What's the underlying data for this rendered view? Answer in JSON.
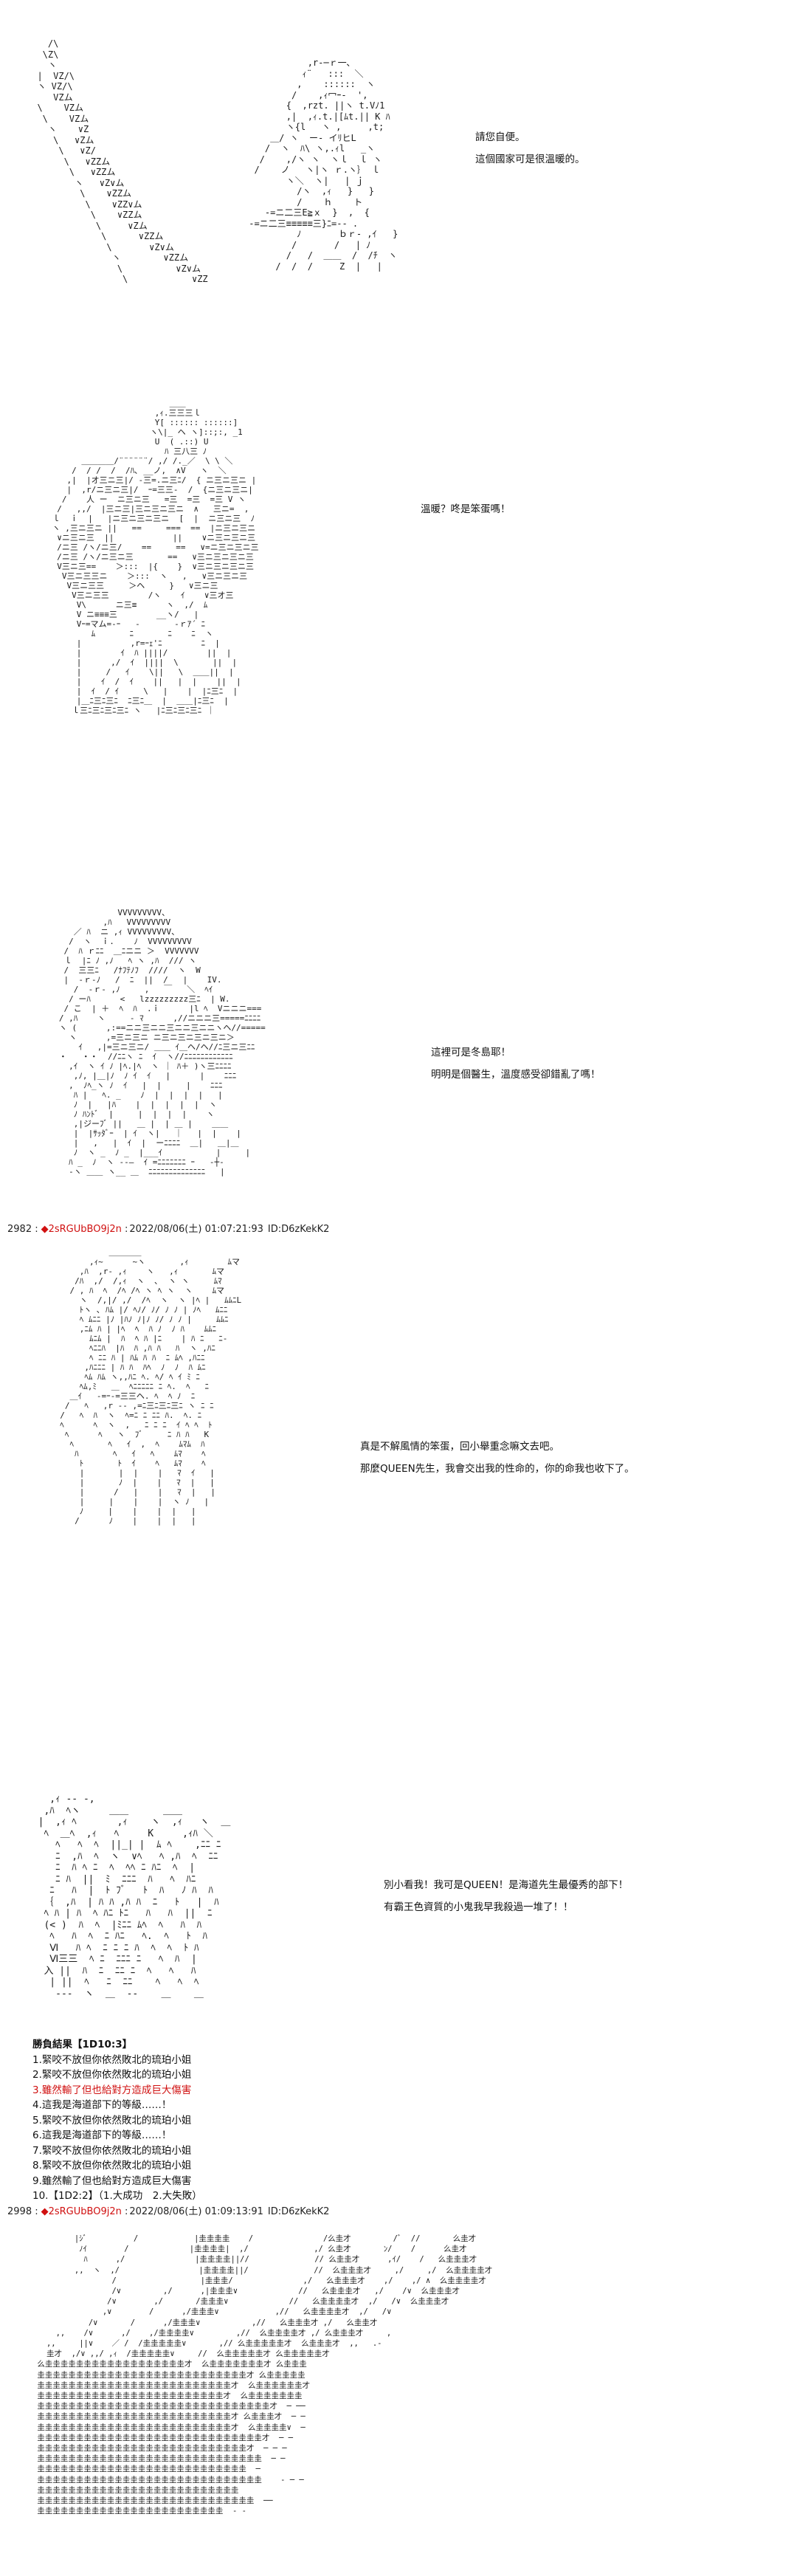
{
  "page": {
    "background": "#ffffff",
    "accent": "#d01010"
  },
  "scene1": {
    "art": "    /\\\n   \\Z\\\n    ヽ\n  |  VZ/\\\n  ヽ VZ/\\\n     VZム\n  \\    VZム\n   \\    VZム\n    ヽ    ∨Z\n     \\   ∨Zム\n      \\   ∨Z/\n       \\   ∨ZZム\n        \\   ∨ZZム\n         ヽ   ∨Z∨ム\n          \\    ∨ZZム\n           \\    ∨ZZ∨ム\n            \\    ∨ZZム\n             \\     ∨Zム\n              \\      ∨ZZム\n               \\       ∨Z∨ム\n                ヽ        ∨ZZム\n                 \\          ∨Z∨ム\n                  \\            ∨ZZ",
    "figure": "            ,r‐─ｒ一､\n           ｨ¨   :::  ＼\n          ,    ::::::  ヽ\n         /    ,ｨ冖ｰ-  ',\n        {  ,rzt. ||ヽ t.Vﾉ1\n        ,|  ,ｨ.t.|[ﾑt.|| K ﾊ\n        ヽ{l   ヽ ,     ,t;\n     ＿/ ヽ  ー- イﾘヒL\n    /  ヽ  ﾊ\\ ヽ,.ｨl   _ヽ\n   /    ,/ヽ ヽ  ヽｌ  ｌ ヽ\n  /    ノ   ヽ|ヽ ｒ.ヽ｝ ｌ\n        ヽ＼  ヽ|   | ｊ\n          /ヽ  ,ｨ   }   }\n          /    ｈ    ト\n    ‐=ニ二三E≧ｘ  }  ,  {\n ‐=ニ二三≡≡≡≡≡三}ﾆ=‐- .\n          ﾉ       ｂｒ- ,ｲ   }\n         /       /   | ﾉ\n        /   /  ＿＿  /  /ﾁ  ヽ\n      /  /  /     Z  |   |",
    "dialogue": [
      "請您自便。",
      "這個國家可是很溫暖的。"
    ]
  },
  "scene2": {
    "art": "                         ＿＿\n                      ,ｨ.三三三ｌ\n                      Y[ :::::: ::::::]\n                     ヽ\\|_ ヘ ヽ]::;:, _1\n                      U  ( .::) U\n                        ﾊ 三八三 ﾉ\n       ＿＿＿＿/¨¨¨¨¨¨/ ,/ /._／  \\ \\ ＼\n     /  / /  /  /ﾊ､ __ノ,  ∧V   ヽ  ＼\n    ,|  |オ三ニ三|/ ‐三=.ニ三ﾆ/  { ニ三ニ三ニ |\n    |  ,r/ニ三ニ三|/  ｰ=三三-  /  {ニ三ニ三ニ|\n   /    人 ー  ニ三ニ三   =三  =三  =三 V ヽ\n  /   ,,/  |三ニ三|三ニ三ニ三ニ  ∧   三ニ=  ,\n ｌ  ｉ  |   |ニ三ニ三ニ三ニ  [  |  ニ三ニ三  ﾉ\n ヽ ,三ニ三ニ ||   ==     ===  ==  |ニ三ニ三ニ\n  ∨ニ三ニ三  ||            ||    ∨ニ三ニ三ニ三\n  /ニ三 /ヽ/ニ三/    ==     ==   ∨=ニ三ニ三ニ三\n  /ニ三 /ヽ/ニ三ニ三       ==   ∨三ニ三ニ三ニ三\n  V三ニ三==    ＞:::  |{    }  ∨三ニ三ニ三ニ三\n   V三ニ三三ニ    ＞:::  ヽ   ,   ∨三ニ三ニ三\n    V三ニ三三     ＞ヘ     }   ∨三ニ三\n     V三ニ三三        /ヽ    ｲ    ∨三オ三\n      V\\      ニ三≡      ヽ  ,/  ﾑ\n      V ニ≡≡≡三        __ヽ/   |\n      Vｰ=マム=-ｰ   -       ‐ｒｱ´ ﾆ\n         ﾑ       ﾆ       ﾆ    ﾆ  ヽ\n      |          ,r=ｰｪ'ﾆ        ﾆ  |\n      |        ｲ  ﾊ ||||/        ||  |\n      |      ,/  ｲ  ||||  \\       ||  |\n      |     /   ｲ    \\||   \\  ＿＿||  |\n      |    ｲ  /  ｲ    ||   |  |    ||  |\n      |  ｲ  / ｲ     \\   |    |  |ﾆ三ﾆ  |\n      |＿ﾆ三ﾆ三ﾆ  ﾆ三ﾆ＿  |  ＿＿|ﾆ三ﾆ  |\n     ｌ三ﾆ三ﾆ三ﾆ三ﾆ ヽ   |ﾆ三ﾆ三ﾆ三ﾆ ｜",
    "dialogue": [
      "溫暖？咚是笨蛋嗎！"
    ]
  },
  "scene3": {
    "art": "               VVVVVVVVV、\n            ,ﾊ   VVVVVVVVV\n      ／ ﾊ  ニ ,ｨ VVVVVVVVV、\n     /  ヽ  ｉ.    ﾉ  VVVVVVVVV\n    /  ﾊ ｒﾆﾆ  ＿ﾆニニ ＞  VVVVVVV\n    ｌ  |ﾆ ﾉ ,ﾉ   ﾍ ヽ ,ﾊ  /// ヽ\n    /  三三ﾆ   /ﾅﾌﾃﾉﾌ  ////  ヽ  W\n    |  -ｒ-ﾉ   /  ﾆ  ||  /   |    IV.\n      /  ‐ｒ- ,ﾉ     ,   ￣   ＼  ﾍｲ\n     / ーﾊ      <   lzzzzzzzzz三ﾆ  | W.\n    / こ  | ＋  ﾍ  ﾊ  .ｉ      |l ﾍ  Vニニニ===\n   / ,ﾊ    ヽ     ‐ ﾏ      ,//ニニニ三=====ﾆﾆﾆﾆ\n   ヽ (      ,:==ニニ三ニニ三ニニ三ニニヽヘ//=====\n     ヽ      ,=三ニ三ニ ニ三ニ三ニ三ニ三ニ＞\n       ｲ   ,|=三ニ三ニ/ ＿＿ ｲ＿ヘ/ヘ//ﾆ三ニ三ﾆﾆ\n   ・   ・・  //ﾆﾆヽ ﾆ  ｲ  ヽ//ﾆﾆﾆﾆﾆﾆﾆﾆﾆﾆﾆﾆ\n     ,ｲ  ヽ ｲ ﾉ |ﾍ.|ﾍ  ヽ ｜ ﾊ＋ )ヽ三ﾆﾆﾆﾆ\n      ,ﾉ, |＿|ﾉ  ﾉ ｲ  ｲ   |      |    ﾆﾆﾆ\n     ,  ﾉﾍ_ヽ ﾉ  ｲ   |  |     |    ﾆﾆﾆ\n      ﾊ |   ﾍ. _    ﾉ  |  |  |  |   |\n      ﾉ  |   |ﾊ    |  |  |  |  |  ヽ\n      ﾉ ﾊﾝﾄﾞ  |     |  |  |  |    ヽ\n      ,|ジーﾌﾞ ||   ＿ |  | ＿ |    ＿＿\n      |  |ｻｯﾀﾞｰ  | ｲ  ヽ|   ｜   |  |    |\n      |   ,   |  ｲ  |  ーﾆﾆﾆﾆ  ＿|   ＿|＿\n      ﾉ  ヽ _  ﾉ _  |___ｲ           |     |\n     ﾊ _  ﾉ  ヽ ‐‐―  ｲ =ﾆﾆﾆﾆﾆﾆﾆ ｰ   ‐┼‐\n     ‐ヽ ＿＿ ヽ__ ＿  ﾆﾆﾆﾆﾆﾆﾆﾆﾆﾆﾆﾆﾆﾆ   |",
    "dialogue": [
      "這裡可是冬島耶！",
      "明明是個醫生，溫度感受卻錯亂了嗎！"
    ]
  },
  "post1": {
    "number": "2982",
    "diamond": "◆",
    "name": "2sRGUbBO9j2n",
    "date": "2022/08/06(土) 01:07:21:93",
    "uid": "ID:D6zKekK2"
  },
  "scene4": {
    "art": "            ＿＿＿＿\n        ,ｨ~      ~ヽ       ,ｨ        ﾑマ\n      ,ﾊ  ,r‐ ,ｨ    ヽ   ,ｨ       ﾑマ\n     /ﾊ  ,/  /,ｨ  ヽ  ､  ヽ ヽ     ﾑﾏ\n    / , ﾊ  ﾍ  /ﾍ /ﾍ ヽ ﾍ ヽ  ヽ    ﾑマ\n      ヽ  /,|/ ,/  /ﾍ  ヽ  ヽ |ﾍ |   ﾑﾑﾆL\n      ﾄヽ ､ ﾊﾑ |/ ﾍﾉ/ ﾉ/ ﾉ ﾉ | ﾉﾍ   ﾑﾆﾆ\n      ﾍ ﾑﾆﾆ |ﾉ |ﾊﾉ ﾉ|ﾉ ﾉ/ ﾉ ﾉ |     ﾑﾑﾆ\n      ,ﾆﾑ ﾊ | |ﾍ  ﾍ  ﾊ ﾉ  ﾉ ﾊ    ﾑﾑﾆ\n        ﾑﾆﾑ |  ﾊ  ﾍ ﾊ |ﾆ    | ﾊ ﾆ   ﾆ‐\n        ﾍﾆﾆﾊ  |ﾊ  ﾊ ,ﾊ ﾊ   ﾊ  ヽ ,ﾊﾆ\n        ﾍ ﾆﾆ ﾊ | ﾊﾑ ﾊ ﾊ  ﾆ ﾑﾍ ,ﾊﾆﾆ\n       ,ﾊﾆﾆﾆ | ﾊ ﾊ  ﾊﾍ  ﾉ  ﾉ  ﾊ ﾑﾆ\n       ﾍﾑ ﾊﾑ ヽ,,ﾊﾆ ﾍ. ﾍ/ ﾍ ｲ ﾐ ﾆ\n      ﾍﾑ,ﾐ   ＿  ﾍﾆﾆﾆﾆﾆ ﾆ ﾍ.  ﾍ   ﾆ\n    ＿ｲ   ‐=ｰ‐=三三ヘ. ﾍ  ﾍ ﾉ  ﾆ\n   /   ﾍ   ,r ‐‐ ,=ﾆ三ﾆ三ﾆ三ﾆ ヽ ﾆ ﾆ\n  /   ﾍ  ﾊ  ヽ  ﾍ=ﾆ ﾆ ﾆﾆ ﾊ.  ﾍ. ﾆ\n  ﾍ      ﾍ  ヽ  ,   ﾆ ﾆ ﾆ  ｲ ﾍ ﾍ  ﾄ\n   ﾍ      ﾍ   ヽ  ﾌﾞ     ﾆ ﾊ ﾊ   K\n    ﾍ       ﾍ   ｲ  ,  ﾍ    ﾑﾏﾑ  ﾊ\n     ﾊ       ﾍ   ｲ   ﾍ    ﾑﾏ    ﾍ\n      ﾄ       ﾄ  ｲ    ﾍ   ﾑﾏ    ﾍ\n      |       |  |    |   ﾏ  ｲ   |\n      |       ﾉ  |    |   ﾏ  |   |\n      |      /   |    |   ﾏ  |   |\n      |     |    |    |  ヽ ﾉ   |\n      ﾉ     |    |    |  |   |\n     /      ﾉ    |    |  |   |",
    "dialogue": [
      "真是不解風情的笨蛋，回小舉重念嘛文去吧。",
      "那麼QUEEN先生，我會交出我的性命的，你的命我也收下了。"
    ]
  },
  "scene5": {
    "art": "    ,ｨ ‐‐ ‐,\n   ,ﾊ  ﾍヽ     ＿＿      ＿＿\n  |  ,ｨ ﾍ       ,ｨ    ヽ  ,ｨ   ヽ  ＿\n   ﾍ  ＿ﾍ  ,ｨ   ﾍ     K     ,ｨﾊ ＼\n     ﾍ   ﾍ  ﾍ  ||_| |  ﾑ ﾍ    ,ﾆﾆ ﾆ\n     ﾆ  ,ﾊ  ﾍ  ヽ  ∨ﾍ   ﾍ ,ﾊ  ﾍ  ﾆﾆ\n     ﾆ  ﾊ ﾍ ﾆ  ﾍ  ﾍﾍ ﾆ ﾊﾆ  ﾍ  |\n     ﾆ ﾊ  ||  ﾐ  ﾆﾆﾆ  ﾊ   ﾍ  ﾊﾆ\n    ﾆ   ﾊ  |  ﾄ ﾌﾞ   ﾄ  ﾊ   ﾉ ﾊ  ﾊ\n   ｛  ,ﾊ  | ﾊ ﾊ ,ﾊ ﾊ  ﾆ   ﾄ   |  ﾊ\n   ﾍ ﾊ | ﾊ  ﾍ ﾊﾆ ﾄﾆ   ﾊ   ﾊ  ||  ﾆ\n   (< )  ﾊ  ﾍ  |ﾐﾆﾆ ﾑﾍ  ﾍ   ﾊ  ﾊ\n    ﾍ   ﾊ  ﾍ  ﾆ ﾊﾆ   ﾍ.  ﾍ   ﾄ  ﾊ\n    Ⅵ   ﾊ ﾍ  ﾆ ﾆ ﾆ ﾊ  ﾍ  ﾍ  ﾄ ﾊ\n    Ⅵ三三  ﾍ ﾆ  ﾆﾆﾆ ﾆ   ﾍ  ﾊ  |\n   入 ||  ﾊ  ﾆ  ﾆﾆ ﾆ  ﾍ   ﾍ   ﾊ\n    | ||  ﾍ   ﾆ  ﾆﾆ    ﾍ   ﾍ  ﾍ\n     ‐‐‐  ヽ  ＿  ‐‐    ＿    ＿",
    "dialogue": [
      "別小看我！我可是QUEEN！是海道先生最優秀的部下！",
      "有霸王色資質的小鬼我早我殺過一堆了！！"
    ]
  },
  "result": {
    "title": "勝負結果【1D10:3】",
    "items": [
      "1.緊咬不放但你依然敗北的琉珀小姐",
      "2.緊咬不放但你依然敗北的琉珀小姐",
      "3.雖然輸了但也給對方造成巨大傷害",
      "4.這我是海道部下的等級……！",
      "5.緊咬不放但你依然敗北的琉珀小姐",
      "6.這我是海道部下的等級……！",
      "7.緊咬不放但你依然敗北的琉珀小姐",
      "8.緊咬不放但你依然敗北的琉珀小姐",
      "9.雖然輸了但也給對方造成巨大傷害",
      "10.【1D2:2】（1.大成功　2.大失敗）"
    ],
    "highlight_index": 2
  },
  "post2": {
    "number": "2998",
    "diamond": "◆",
    "name": "2sRGUbBO9j2n",
    "date": "2022/08/06(土) 01:09:13:91",
    "uid": "ID:D6zKekK2"
  },
  "scene6": {
    "art": "         |ｼﾞ          /            |圭圭圭圭    /               /么圭才         /ﾞ  //       么圭才\n          ﾉｲ        /             |圭圭圭圭|  ,/              ,/ 么圭才       ﾝ/    /      么圭才\n           ﾊ      ,/               |圭圭圭圭||//              // 么圭圭才      ,ｲ/    /   么圭圭圭才\n         ,,  ヽ  ,/                 |圭圭圭圭||/              //  么圭圭圭才     ,/     ,/  么圭圭圭圭才\n                 /                  |圭圭圭/               ,/   么圭圭圭才    ,/    ,/ ∧  么圭圭圭圭才\n                 /∨         ,/      ,|圭圭圭∨             //   么圭圭圭才   ,/    /∨  么圭圭圭才\n                /∨        ,/       /圭圭圭∨             //   么圭圭圭圭才  ,/   /∨  么圭圭圭才\n               ,∨        /      ,/圭圭圭∨            ,//   么圭圭圭圭才  ,/   /∨\n            /∨       /      ,/圭圭圭∨           ,//   么圭圭圭才 ,/   么圭圭才\n     ,,    /∨      ,/    ,/圭圭圭圭∨         ,//  么圭圭圭圭才 ,/ 么圭圭圭才     ,\n   ,,     ||∨    ／ /  /圭圭圭圭圭∨       ,// 么圭圭圭圭圭才  么圭圭圭才  ,,   .‐\n   圭才  ,/∨ ,,/ ,ｨ  /圭圭圭圭圭∨     //  么圭圭圭圭圭才 么圭圭圭圭圭才\n 么圭圭圭圭圭圭圭圭圭圭圭圭圭圭圭圭圭圭才  么圭圭圭圭圭圭圭才 么圭圭圭\n 圭圭圭圭圭圭圭圭圭圭圭圭圭圭圭圭圭圭圭圭圭圭圭圭圭圭圭才 么圭圭圭圭圭\n 圭圭圭圭圭圭圭圭圭圭圭圭圭圭圭圭圭圭圭圭圭圭圭圭圭才  么圭圭圭圭圭圭才\n 圭圭圭圭圭圭圭圭圭圭圭圭圭圭圭圭圭圭圭圭圭圭圭圭才  么圭圭圭圭圭圭圭\n 圭圭圭圭圭圭圭圭圭圭圭圭圭圭圭圭圭圭圭圭圭圭圭圭圭圭圭圭圭圭才  ─ ──\n 圭圭圭圭圭圭圭圭圭圭圭圭圭圭圭圭圭圭圭圭圭圭圭圭圭才 么圭圭圭才  ─ ─\n 圭圭圭圭圭圭圭圭圭圭圭圭圭圭圭圭圭圭圭圭圭圭圭圭圭才  么圭圭圭圭∨  ─\n 圭圭圭圭圭圭圭圭圭圭圭圭圭圭圭圭圭圭圭圭圭圭圭圭圭圭圭圭圭才  ─ ─\n 圭圭圭圭圭圭圭圭圭圭圭圭圭圭圭圭圭圭圭圭圭圭圭圭圭圭圭才  ─ ─ ─\n 圭圭圭圭圭圭圭圭圭圭圭圭圭圭圭圭圭圭圭圭圭圭圭圭圭圭圭圭圭  ─ ─\n 圭圭圭圭圭圭圭圭圭圭圭圭圭圭圭圭圭圭圭圭圭圭圭圭圭圭圭  ─\n 圭圭圭圭圭圭圭圭圭圭圭圭圭圭圭圭圭圭圭圭圭圭圭圭圭圭圭圭圭    ‐ ─ ─\n 圭圭圭圭圭圭圭圭圭圭圭圭圭圭圭圭圭圭圭圭圭圭圭圭圭圭\n 圭圭圭圭圭圭圭圭圭圭圭圭圭圭圭圭圭圭圭圭圭圭圭圭圭圭圭圭  ──\n 圭圭圭圭圭圭圭圭圭圭圭圭圭圭圭圭圭圭圭圭圭圭圭圭  ‐ ‐"
  }
}
